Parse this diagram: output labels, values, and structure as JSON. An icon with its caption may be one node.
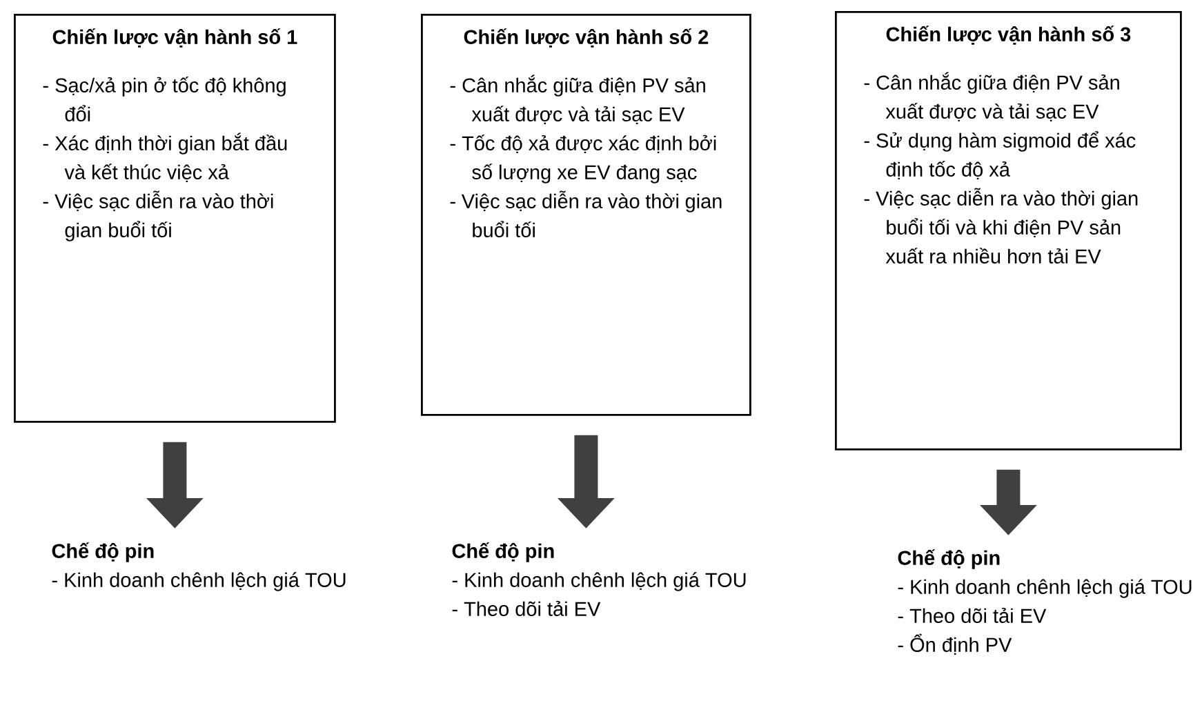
{
  "diagram": {
    "nodes": [
      {
        "text": [
          "Chiến lược vận hành số 1",
          "- Sạc/xả pin ở tốc độ không đổi",
          "- Xác định thời gian bắt đầu và kết thúc việc xả",
          "- Việc sạc diễn ra vào thời gian buổi tối"
        ]
      },
      {
        "text": [
          "Chiến lược vận hành số 2",
          "- Cân nhắc giữa điện PV sản xuất được và tải sạc EV",
          "- Tốc độ xả được xác định bởi số lượng xe EV đang sạc",
          "- Việc sạc diễn ra vào thời gian buổi tối"
        ]
      },
      {
        "text": [
          "Chiến lược vận hành số 3",
          "- Cân nhắc giữa điện PV sản xuất được và tải sạc EV",
          "- Sử dụng hàm sigmoid để xác định tốc độ xả",
          "- Việc sạc diễn ra vào thời gian buổi tối và khi điện PV sản xuất ra nhiều hơn tải EV"
        ]
      },
      {
        "text": [
          "Chế độ pin",
          "- Kinh doanh chênh lệch giá TOU"
        ]
      },
      {
        "text": [
          "Chế độ pin",
          "- Kinh doanh chênh lệch giá TOU",
          "- Theo dõi tải EV"
        ]
      },
      {
        "text": [
          "Chế độ pin",
          "- Kinh doanh chênh lệch giá TOU",
          "- Theo dõi tải EV",
          "- Ổn định PV"
        ]
      }
    ],
    "edges": [
      {
        "from": 0,
        "to": 3,
        "arrow": "to"
      },
      {
        "from": 1,
        "to": 4,
        "arrow": "to"
      },
      {
        "from": 2,
        "to": 5,
        "arrow": "to"
      }
    ]
  }
}
